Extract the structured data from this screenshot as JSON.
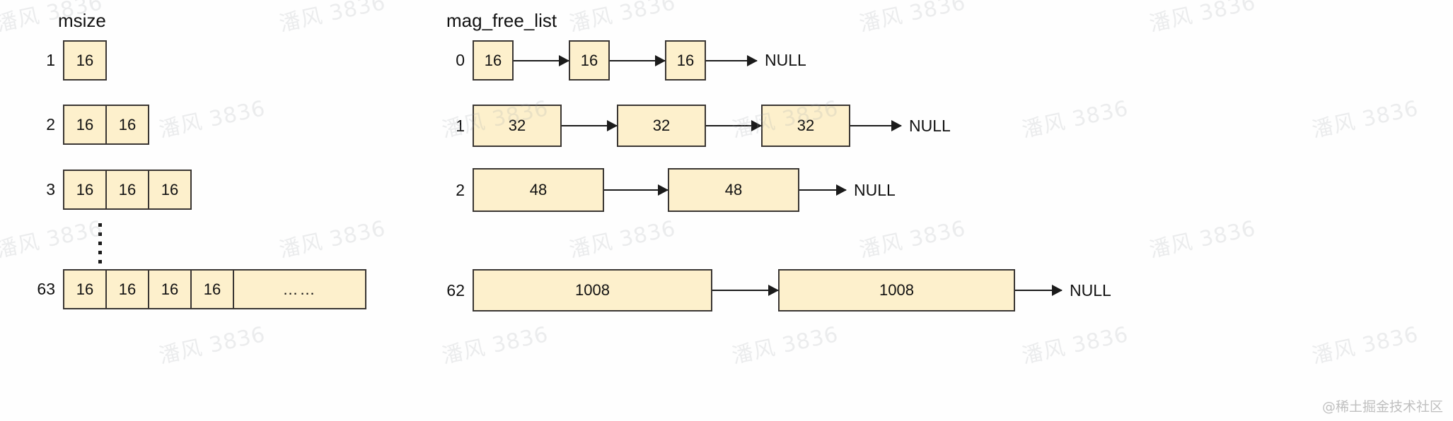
{
  "colors": {
    "box_fill": "#fdf0cc",
    "box_border": "#3a3633",
    "arrow": "#1b1b1b",
    "text": "#111111",
    "background": "#fefefe",
    "watermark": "#9aa0a6"
  },
  "watermark": {
    "tile_text": "潘风 3836",
    "corner_text": "@稀土掘金技术社区"
  },
  "msize_panel": {
    "title": "msize",
    "rows": [
      {
        "index": "1",
        "cells": [
          "16"
        ],
        "trailing": null
      },
      {
        "index": "2",
        "cells": [
          "16",
          "16"
        ],
        "trailing": null
      },
      {
        "index": "3",
        "cells": [
          "16",
          "16",
          "16"
        ],
        "trailing": null
      },
      {
        "index": "63",
        "cells": [
          "16",
          "16",
          "16",
          "16"
        ],
        "trailing": "……"
      }
    ],
    "ellipsis_dots": 6
  },
  "mag_free_list_panel": {
    "title": "mag_free_list",
    "terminator": "NULL",
    "rows": [
      {
        "index": "0",
        "nodes": [
          "16",
          "16",
          "16"
        ],
        "terminator": "NULL"
      },
      {
        "index": "1",
        "nodes": [
          "32",
          "32",
          "32"
        ],
        "terminator": "NULL"
      },
      {
        "index": "2",
        "nodes": [
          "48",
          "48"
        ],
        "terminator": "NULL"
      },
      {
        "index": "62",
        "nodes": [
          "1008",
          "1008"
        ],
        "terminator": "NULL"
      }
    ]
  }
}
